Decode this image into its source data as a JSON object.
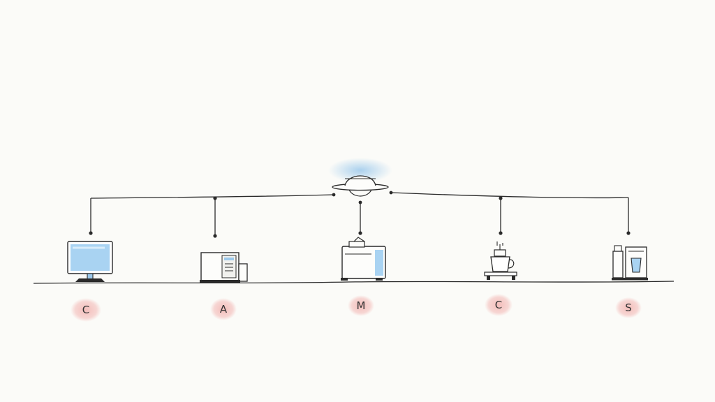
{
  "diagram": {
    "hub": {
      "icon": "ceiling-dome-hub-icon"
    },
    "devices": [
      {
        "id": "c1",
        "icon": "computer-monitor-icon",
        "label": "C"
      },
      {
        "id": "a",
        "icon": "printer-icon",
        "label": "A"
      },
      {
        "id": "m",
        "icon": "appliance-box-icon",
        "label": "M"
      },
      {
        "id": "c2",
        "icon": "coffee-cup-icon",
        "label": "C"
      },
      {
        "id": "s",
        "icon": "coffee-machine-icon",
        "label": "S"
      }
    ]
  },
  "colors": {
    "ink": "#2a2a2a",
    "accent_blue": "#9cc9ec",
    "label_blob": "#f3b7b4",
    "background": "#fbfbf8"
  }
}
